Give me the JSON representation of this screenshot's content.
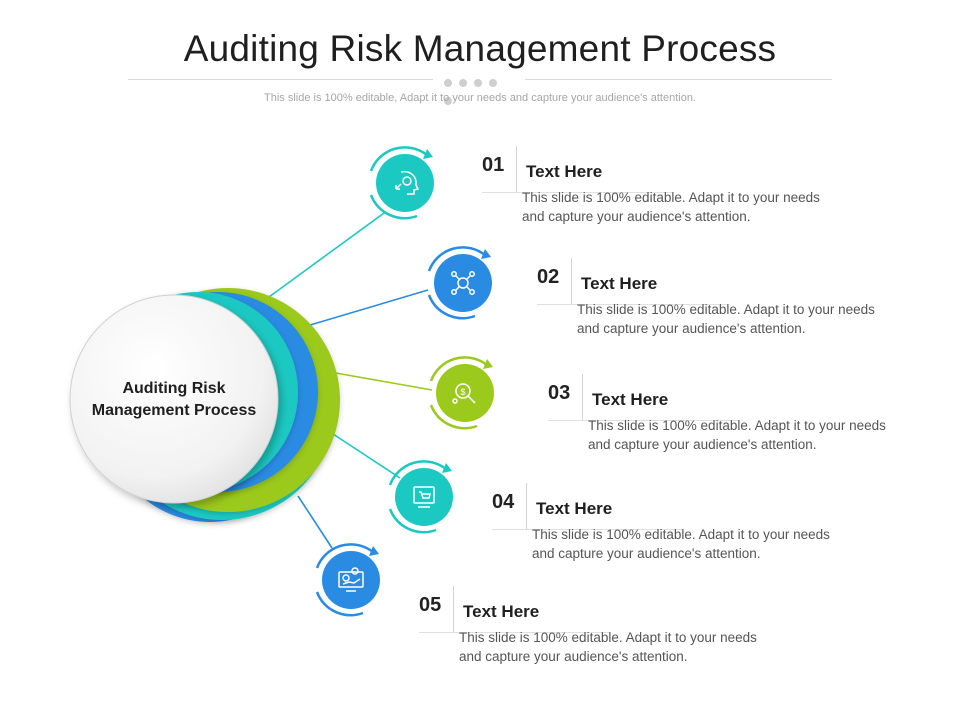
{
  "title": "Auditing Risk Management Process",
  "subtitle": "This slide is 100% editable, Adapt it to your needs and capture your audience's attention.",
  "center": {
    "line1": "Auditing Risk",
    "line2": "Management Process"
  },
  "colors": {
    "teal": "#1cc9c2",
    "blue": "#2a8be3",
    "green": "#9bc91c",
    "text": "#1f1f1f",
    "muted": "#555555"
  },
  "steps": [
    {
      "number": "01",
      "heading": "Text Here",
      "description": "This slide is 100% editable. Adapt it to your needs and capture your audience's attention.",
      "icon": "head-gear-icon",
      "color": "#1cc9c2"
    },
    {
      "number": "02",
      "heading": "Text Here",
      "description": "This slide is 100% editable. Adapt it to your needs and capture your audience's attention.",
      "icon": "network-icon",
      "color": "#2a8be3"
    },
    {
      "number": "03",
      "heading": "Text Here",
      "description": "This slide is 100% editable. Adapt it to your needs and capture your audience's attention.",
      "icon": "money-search-icon",
      "color": "#9bc91c"
    },
    {
      "number": "04",
      "heading": "Text Here",
      "description": "This slide is 100% editable. Adapt it to your needs and capture your audience's attention.",
      "icon": "shopping-screen-icon",
      "color": "#1cc9c2"
    },
    {
      "number": "05",
      "heading": "Text Here",
      "description": "This slide is 100% editable. Adapt it to your needs and capture your audience's attention.",
      "icon": "finance-monitor-icon",
      "color": "#2a8be3"
    }
  ]
}
